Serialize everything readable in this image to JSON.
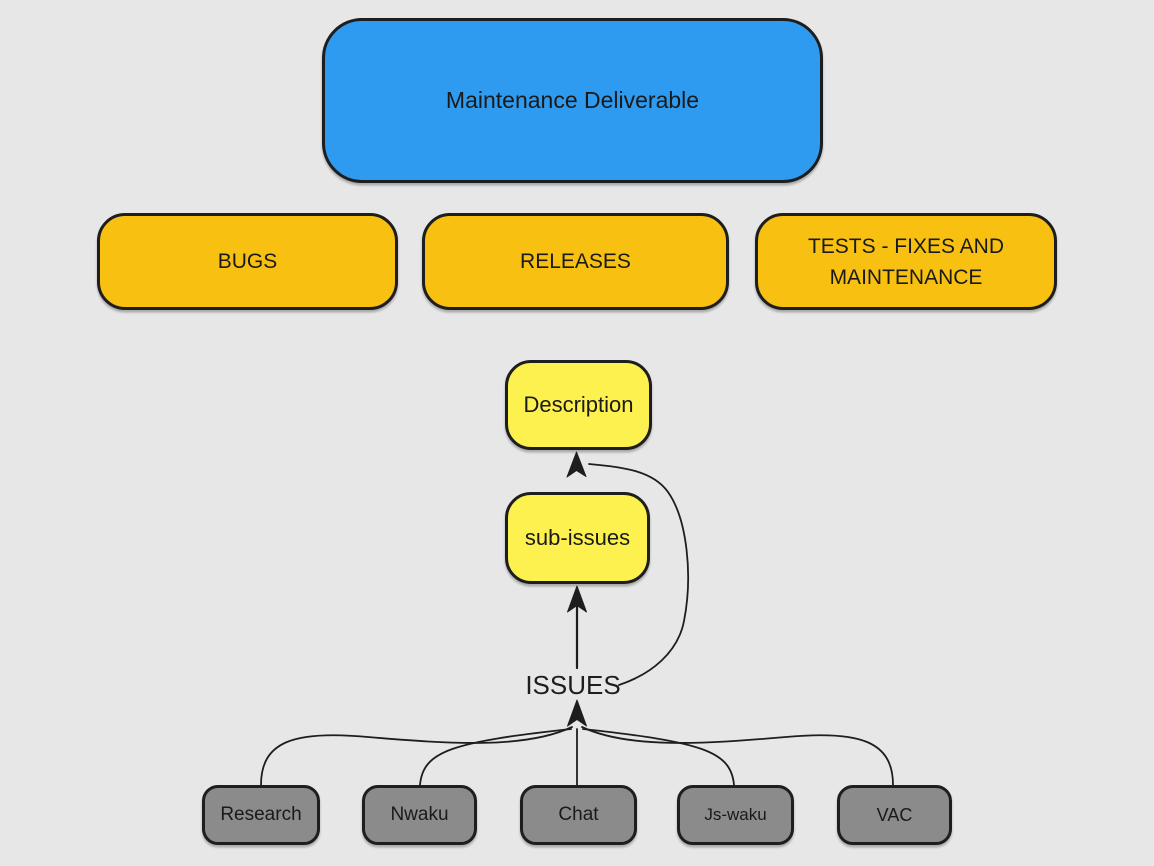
{
  "colors": {
    "background": "#E7E7E7",
    "stroke": "#1E1E1E",
    "node_blue": "#2E9BF0",
    "node_amber": "#F8C112",
    "node_yellow": "#FCF14E",
    "node_gray": "#8B8B8B",
    "text": "#1A1A1A"
  },
  "root": {
    "label": "Maintenance Deliverable"
  },
  "categories": [
    {
      "label": "BUGS"
    },
    {
      "label": "RELEASES"
    },
    {
      "label": "TESTS - FIXES AND MAINTENANCE"
    }
  ],
  "issue_flow": {
    "description": "Description",
    "sub_issues": "sub-issues",
    "issues": "ISSUES"
  },
  "teams": [
    {
      "label": "Research"
    },
    {
      "label": "Nwaku"
    },
    {
      "label": "Chat"
    },
    {
      "label": "Js-waku"
    },
    {
      "label": "VAC"
    }
  ]
}
